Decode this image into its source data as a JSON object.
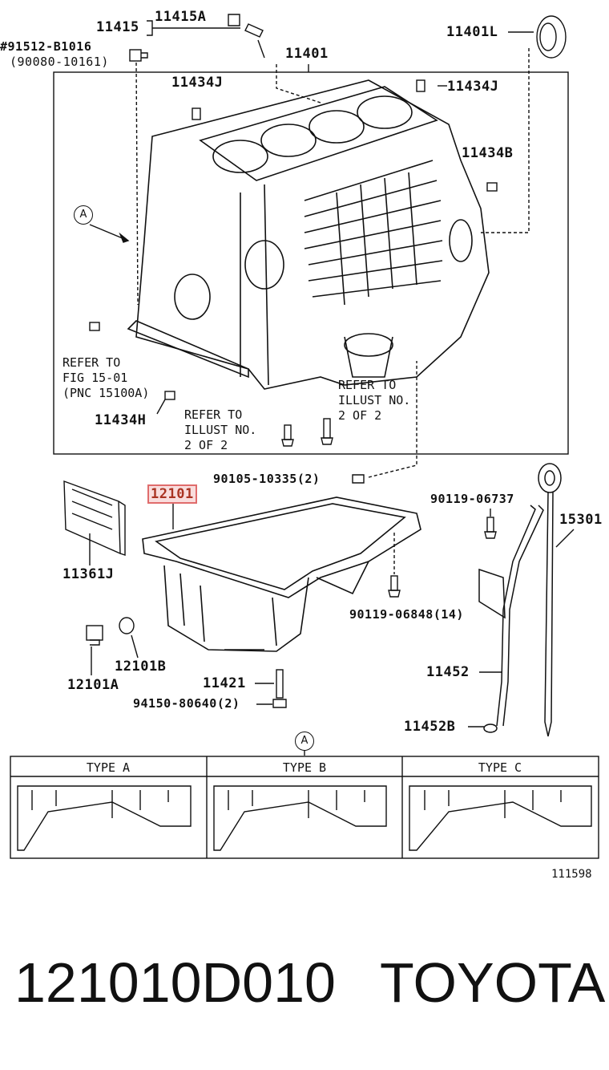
{
  "callouts": {
    "c11415": "11415",
    "c11415A": "11415A",
    "c91512_line1": "#91512-B1016",
    "c91512_line2": "(90080-10161)",
    "c11401": "11401",
    "c11401L": "11401L",
    "c11434J_left": "11434J",
    "c11434J_right": "11434J",
    "c11434B": "11434B",
    "c11434H": "11434H",
    "c90105": "90105-10335(2)",
    "c12101": "12101",
    "c11361J": "11361J",
    "c12101A": "12101A",
    "c12101B": "12101B",
    "c11421": "11421",
    "c94150": "94150-80640(2)",
    "c90119_06737": "90119-06737",
    "c90119_06848": "90119-06848(14)",
    "c15301": "15301",
    "c11452": "11452",
    "c11452B": "11452B"
  },
  "notes": {
    "refer_fig": "REFER TO\nFIG 15-01\n(PNC 15100A)",
    "refer_illust_left": "REFER TO\nILLUST NO.\n2 OF 2",
    "refer_illust_right": "REFER TO\nILLUST NO.\n2 OF 2"
  },
  "view_markers": {
    "view_a_top": "A",
    "view_a_bottom": "A"
  },
  "types": [
    "TYPE A",
    "TYPE B",
    "TYPE C"
  ],
  "figure_number": "111598",
  "footer": {
    "part_number": "121010D010",
    "brand": "TOYOTA"
  },
  "colors": {
    "highlight": "#e06c6c"
  }
}
